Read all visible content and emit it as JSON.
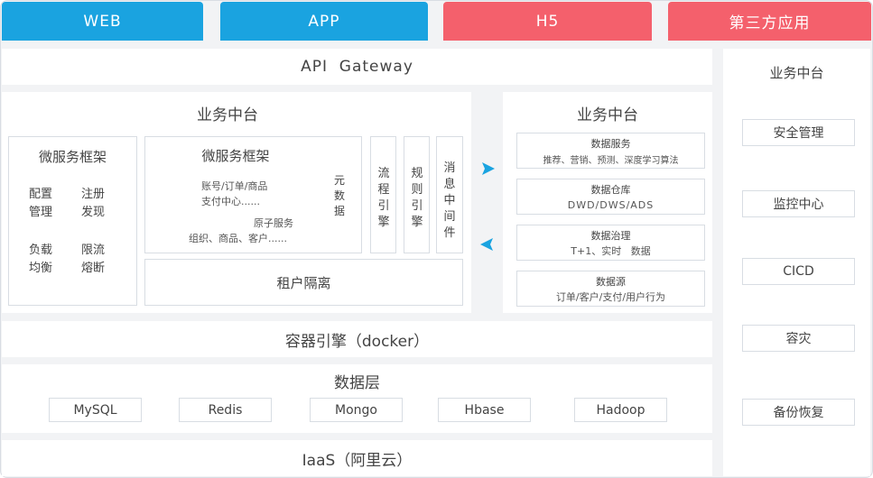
{
  "top_tabs": [
    {
      "label": "WEB",
      "color": "#1aa3e0"
    },
    {
      "label": "APP",
      "color": "#1aa3e0"
    },
    {
      "label": "H5",
      "color": "#f4606c"
    },
    {
      "label": "第三方应用",
      "color": "#f4606c"
    }
  ],
  "gateway": {
    "label": "API  Gateway"
  },
  "left_platform": {
    "title": "业务中台",
    "framework_left": {
      "title": "微服务框架",
      "items": [
        [
          "配置",
          "管理"
        ],
        [
          "注册",
          "发现"
        ],
        [
          "负载",
          "均衡"
        ],
        [
          "限流",
          "熔断"
        ]
      ]
    },
    "framework_center": {
      "title": "微服务框架",
      "line1": "账号/订单/商品",
      "line2": "支付中心......",
      "line3": "原子服务",
      "line4": "组织、商品、客户......",
      "meta": "元数据"
    },
    "engines": [
      {
        "label": "流程引擎"
      },
      {
        "label": "规则引擎"
      },
      {
        "label": "消息中间件"
      }
    ],
    "tenant": "租户隔离"
  },
  "right_platform": {
    "title": "业务中台",
    "items": [
      {
        "title": "数据服务",
        "desc": "推荐、营销、预测、深度学习算法"
      },
      {
        "title": "数据仓库",
        "desc": "DWD/DWS/ADS"
      },
      {
        "title": "数据治理",
        "desc": "T+1、实时   数据"
      },
      {
        "title": "数据源",
        "desc": "订单/客户/支付/用户行为"
      }
    ]
  },
  "side_panel": {
    "title": "业务中台",
    "items": [
      "安全管理",
      "监控中心",
      "CICD",
      "容灾",
      "备份恢复"
    ]
  },
  "container_layer": "容器引擎（docker）",
  "data_layer": {
    "title": "数据层",
    "items": [
      "MySQL",
      "Redis",
      "Mongo",
      "Hbase",
      "Hadoop"
    ]
  },
  "iaas": "IaaS（阿里云）",
  "colors": {
    "accent_blue": "#1aa3e0",
    "accent_red": "#f4606c",
    "border": "#d8dde3"
  }
}
